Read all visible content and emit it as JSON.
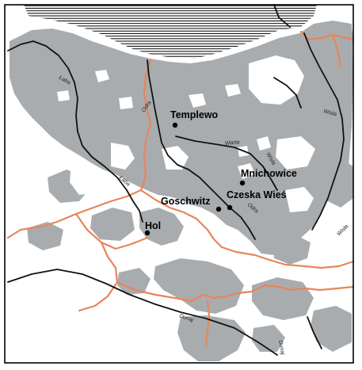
{
  "map": {
    "colors": {
      "land": "#a9acae",
      "background": "#ffffff",
      "sea_hatch": "#000000",
      "border": "#e8855a",
      "river": "#111111",
      "frame": "#000000"
    },
    "rivers": [
      {
        "id": "laba-1",
        "label": "Łaba"
      },
      {
        "id": "laba-2",
        "label": "Łaba"
      },
      {
        "id": "odra-1",
        "label": "Odra"
      },
      {
        "id": "odra-2",
        "label": "Odra"
      },
      {
        "id": "warta",
        "label": "Warta"
      },
      {
        "id": "wisla-1",
        "label": "Wisła"
      },
      {
        "id": "wisla-2",
        "label": "Wisła"
      },
      {
        "id": "wisla-3",
        "label": "Wisła"
      },
      {
        "id": "dunaj-1",
        "label": "Dunaj"
      },
      {
        "id": "dunaj-2",
        "label": "Dunaj"
      }
    ],
    "places": [
      {
        "id": "templewo",
        "label": "Templewo"
      },
      {
        "id": "mnichowice",
        "label": "Mnichowice"
      },
      {
        "id": "goschwitz",
        "label": "Goschwitz"
      },
      {
        "id": "czeska-wies",
        "label": "Czeska Wieś"
      },
      {
        "id": "hol",
        "label": "Hol"
      }
    ]
  }
}
